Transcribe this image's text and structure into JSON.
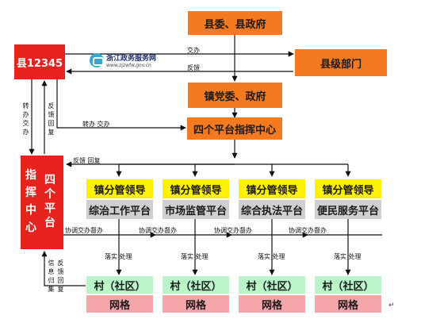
{
  "nodes": {
    "county_gov": "县委、县政府",
    "county_12345": "县12345",
    "county_depts": "县级部门",
    "town_gov": "镇党委、政府",
    "four_platform_center": "四个平台指挥中心",
    "command_center_left": "指挥中心",
    "command_center_right": "四个平台",
    "leaders": [
      "镇分管领导",
      "镇分管领导",
      "镇分管领导",
      "镇分管领导"
    ],
    "platforms": [
      "综治工作平台",
      "市场监管平台",
      "综合执法平台",
      "便民服务平台"
    ],
    "villages": [
      "村（社区）",
      "村（社区）",
      "村（社区）",
      "村（社区）"
    ],
    "grids": [
      "网格",
      "网格",
      "网格",
      "网格"
    ]
  },
  "logo": {
    "title": "浙江政务服务网",
    "url": "www.zjzwfw.gov.cn"
  },
  "labels": {
    "assign": "交办",
    "feedback": "反馈",
    "transfer_assign": "转办 交办",
    "feedback_reply": "反馈 回复",
    "v_transfer": "转办交办",
    "v_feedback": "反馈回复",
    "coordinate": "协调交办督办",
    "implement": "落实 处理",
    "info_collect": "信息归集",
    "feedback_report": "反馈回复"
  },
  "colors": {
    "orange": "#f47a20",
    "red": "#e8231f",
    "yellow": "#fff200",
    "gray": "#cfcfcf",
    "green": "#b9f5c8",
    "pink": "#f4a6aa"
  }
}
